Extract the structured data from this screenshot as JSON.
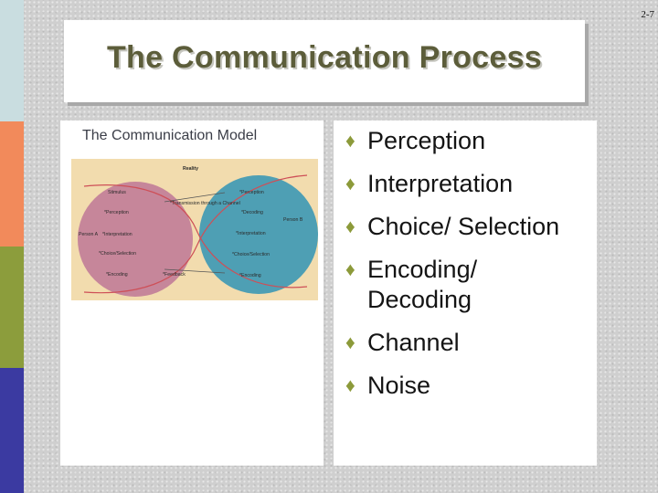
{
  "slide": {
    "page_number": "2-7",
    "title": "The Communication Process",
    "side_band_colors": [
      "#c9dde0",
      "#f28a5b",
      "#8c9d3c",
      "#3b3aa1"
    ]
  },
  "model": {
    "caption": "The Communication Model",
    "diagram": {
      "reality": "Reality",
      "stimulus": "Stimulus",
      "transmission": "*Transmission through a Channel",
      "feedback": "*Feedback",
      "person_a": {
        "label": "Person A",
        "steps": [
          "*Perception",
          "*Interpretation",
          "*Choice/Selection",
          "*Encoding"
        ]
      },
      "person_b": {
        "label": "Person B",
        "steps": [
          "*Perception",
          "*Decoding",
          "*Interpretation",
          "*Choice/Selection",
          "*Encoding"
        ]
      },
      "colors": {
        "background": "#f2dcae",
        "circle_a": "#c6869a",
        "circle_b": "#4e9fb4",
        "loop": "#ce4f57"
      }
    }
  },
  "bullets": {
    "marker": "♦",
    "marker_color": "#8c9a3a",
    "items": [
      {
        "line1": "Perception"
      },
      {
        "line1": "Interpretation"
      },
      {
        "line1": "Choice/ Selection"
      },
      {
        "line1": "Encoding/",
        "line2": "Decoding"
      },
      {
        "line1": "Channel"
      },
      {
        "line1": "Noise"
      }
    ]
  }
}
